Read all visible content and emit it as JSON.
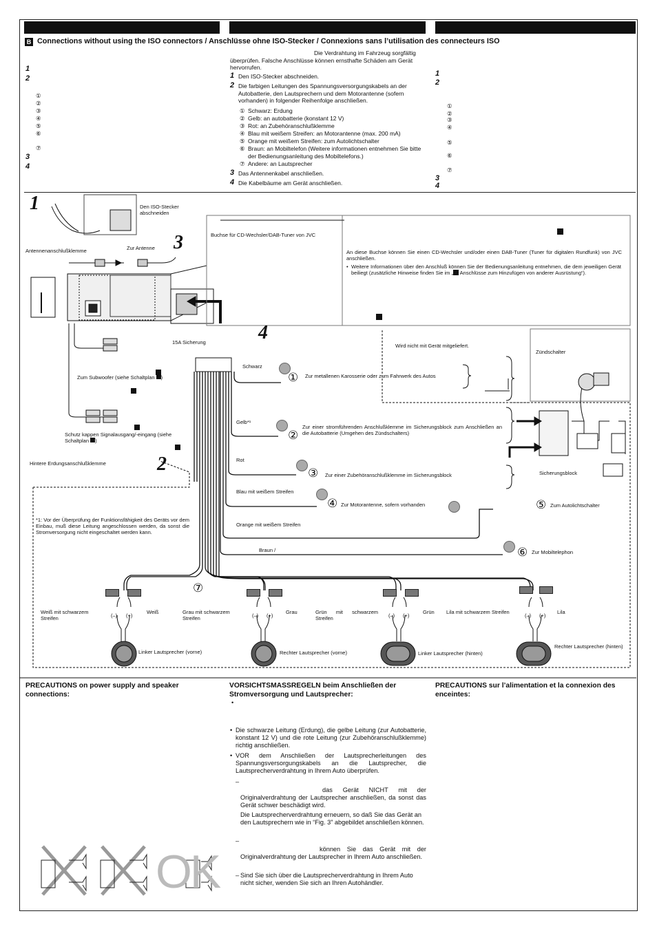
{
  "section_marker": "B",
  "section_title": "Connections without using the ISO connectors / Anschlüsse ohne ISO-Stecker / Connexions sans l’utilisation des connecteurs ISO",
  "english": {
    "step_numbers": [
      "1",
      "2",
      "3",
      "4"
    ],
    "wire_circles": [
      "①",
      "②",
      "③",
      "④",
      "⑤",
      "⑥",
      "⑦"
    ]
  },
  "german": {
    "intro": "Die Verdrahtung im Fahrzeug sorgfältig überprüfen. Falsche Anschlüsse können ernsthafte Schäden am Gerät hervorrufen.",
    "steps": [
      {
        "num": "1",
        "text": "Den ISO-Stecker abschneiden."
      },
      {
        "num": "2",
        "text": "Die farbigen Leitungen des Spannungsversorgungskabels an der Autobatterie, den Lautsprechern und dem Motorantenne (sofern vorhanden) in folgender Reihenfolge anschließen."
      },
      {
        "num": "3",
        "text": "Das Antennenkabel anschließen."
      },
      {
        "num": "4",
        "text": "Die Kabelbäume am Gerät anschließen."
      }
    ],
    "wires": [
      {
        "c": "①",
        "text": "Schwarz: Erdung"
      },
      {
        "c": "②",
        "text": "Gelb: an autobatterie (konstant 12 V)"
      },
      {
        "c": "③",
        "text": "Rot: an Zubehöranschlußklemme"
      },
      {
        "c": "④",
        "text": "Blau mit weißem Streifen: an Motorantenne (max. 200 mA)"
      },
      {
        "c": "⑤",
        "text": "Orange mit weißem Streifen: zum Autolichtschalter"
      },
      {
        "c": "⑥",
        "text": "Braun: an Mobiltelefon (Weitere informationen entnehmen Sie bitte der Bedienungsanleitung des Mobiltelefons.)"
      },
      {
        "c": "⑦",
        "text": "Andere: an Lautsprecher"
      }
    ]
  },
  "french": {
    "step_numbers": [
      "1",
      "2",
      "3",
      "4"
    ],
    "wire_circles": [
      "①",
      "②",
      "③",
      "④",
      "⑤",
      "⑥",
      "⑦"
    ]
  },
  "diagram": {
    "fig_numbers": [
      "1",
      "2",
      "3",
      "4"
    ],
    "iso_cut": "Den ISO-Stecker abschneiden",
    "antenna_terminal": "Antennenanschlußklemme",
    "to_antenna": "Zur Antenne",
    "cd_jack": "Buchse für CD-Wechsler/DAB-Tuner von JVC",
    "cd_para": "An diese Buchse können Sie einen CD-Wechsler und/oder einen DAB-Tuner (Tuner für digitalen Rundfunk) von JVC anschließen.",
    "cd_bullet_a": "Weitere Informationen über den Anschluß können Sie der Bedienungsanleitung entnehmen, die dem jeweiligen Gerät beiliegt (zusätzliche Hinweise finden Sie im „",
    "cd_bullet_b": " Anschlüsse zum Hinzufügen von anderer Ausrüstung“).",
    "fuse": "15A Sicherung",
    "not_supplied": "Wird nicht mit Gerät mitgeliefert.",
    "ignition": "Zündschalter",
    "subwoofer": "Zum Subwoofer  (siehe Schaltplan",
    "protect_caps": "Schutz kappen Signalausgang/-eingang (siehe Schaltplan",
    "rear_ground": "Hintere Erdungsanschlußklemme",
    "note_star": "*1: Vor der Überprüfung der Funktionsfähigkeit des Geräts vor dem Einbau, muß diese Leitung angeschlossen werden, da sonst die Stromversorgung nicht eingeschaltet werden kann.",
    "fuse_block": "Sicherungsblock",
    "wires": {
      "black": "Schwarz",
      "black_desc": "Zur metallenen Karosserie oder zum Fahrwerk des Autos",
      "yellow": "Gelb*¹",
      "yellow_desc": "Zur einer stromführenden Anschlußklemme im Sicherungsblock zum Anschließen an die Autobatterie (Umgehen des Zündschalters)",
      "red": "Rot",
      "red_desc": "Zur einer Zubehöranschlußklemme im Sicherungsblock",
      "blue": "Blau mit weißem Streifen",
      "blue_desc": "Zur Motorantenne, sofern vorhanden",
      "orange": "Orange mit weißem Streifen",
      "orange_desc": "Zum Autolichtschalter",
      "brown": "Braun /",
      "brown_desc": "Zur Mobiltelephon"
    },
    "speakers": [
      {
        "neg": "Weiß mit schwarzem Streifen",
        "pos": "Weiß",
        "name": "Linker Lautsprecher (vorne)"
      },
      {
        "neg": "Grau mit schwarzem Streifen",
        "pos": "Grau",
        "name": "Rechter Lautsprecher (vorne)"
      },
      {
        "neg": "Grün mit schwarzem Streifen",
        "pos": "Grün",
        "name": "Linker Lautsprecher (hinten)"
      },
      {
        "neg": "Lila mit schwarzem Streifen",
        "pos": "Lila",
        "name": "Rechter Lautsprecher (hinten)"
      }
    ],
    "minus": "(–)",
    "plus": "(+)"
  },
  "precautions": {
    "en_title": "PRECAUTIONS on power supply and speaker connections:",
    "de_title": "VORSICHTSMASSREGELN beim Anschließen der Stromversorgung und Lautsprecher:",
    "fr_title": "PRECAUTIONS sur l’alimentation et la connexion des enceintes:",
    "de_bullet1": "Die schwarze Leitung (Erdung), die gelbe Leitung (zur Autobatterie, konstant 12 V) und die rote Leitung (zur Zubehöranschlußklemme) richtig anschließen.",
    "de_bullet2": "VOR dem Anschließen der Lautsprecherleitungen des Spannungsversorgungskabels an die Lautsprecher, die Lautsprecherverdrahtung in Ihrem Auto überprüfen.",
    "de_sub1a": "das Gerät NICHT mit der Originalverdrahtung der Lautsprecher anschließen, da sonst das Gerät schwer beschädigt wird.",
    "de_sub1b": "Die Lautsprecherverdrahtung erneuern, so daß Sie das Gerät an den Lautsprechern wie in “Fig. 3” abgebildet anschließen können.",
    "de_sub2": "können Sie das Gerät mit der Originalverdrahtung der Lautsprecher in Ihrem Auto anschließen.",
    "de_sub3": "Sind Sie sich über die Lautsprecherverdrahtung in Ihrem Auto nicht sicher, wenden Sie sich an Ihren Autohändler.",
    "dash": "–",
    "bullet": "•",
    "ok": "OK"
  }
}
